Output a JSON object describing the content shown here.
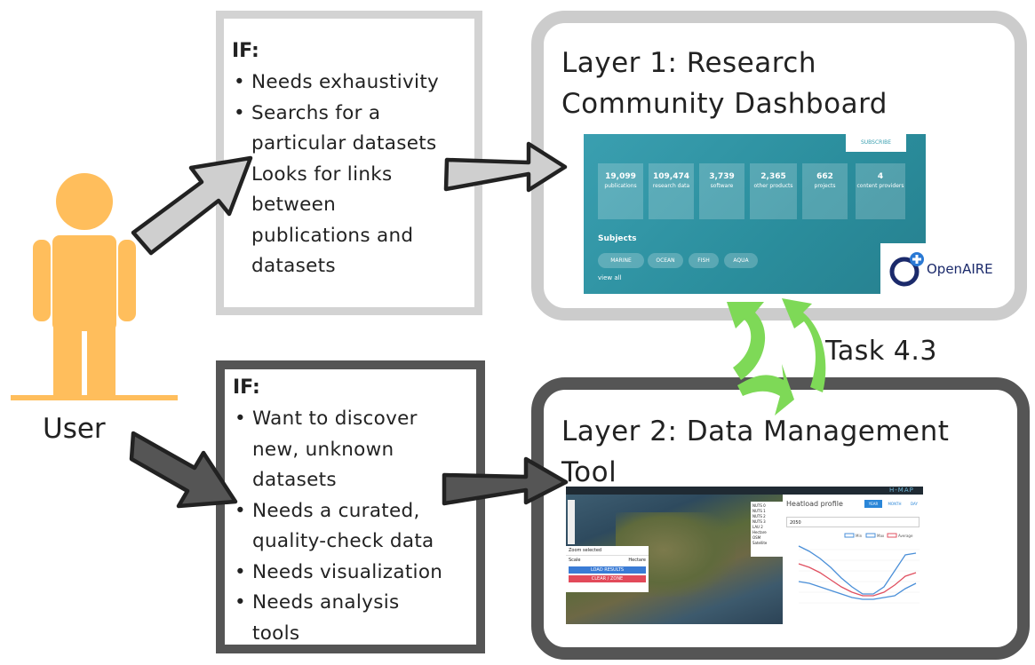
{
  "user": {
    "label": "User"
  },
  "if_top": {
    "title": "IF:",
    "items": [
      "Needs exhaustivity",
      "Searchs for a",
      "particular datasets",
      "Looks for links",
      "between",
      "publications and",
      "datasets"
    ],
    "bullets": [
      true,
      true,
      false,
      true,
      false,
      false,
      false
    ]
  },
  "if_bottom": {
    "title": "IF:",
    "items": [
      "Want to discover",
      " new, unknown",
      "datasets",
      "Needs a curated,",
      "quality-check data",
      "Needs visualization",
      "Needs analysis",
      "tools"
    ],
    "bullets": [
      true,
      false,
      false,
      true,
      false,
      true,
      true,
      false
    ]
  },
  "layer1": {
    "title_line1": "Layer 1: Research",
    "title_line2": "Community Dashboard",
    "dashboard": {
      "subscribe": "SUBSCRIBE",
      "stats": [
        {
          "n": "19,099",
          "l": "publications"
        },
        {
          "n": "109,474",
          "l": "research data"
        },
        {
          "n": "3,739",
          "l": "software"
        },
        {
          "n": "2,365",
          "l": "other products"
        },
        {
          "n": "662",
          "l": "projects"
        },
        {
          "n": "4",
          "l": "content providers"
        }
      ],
      "subjects_label": "Subjects",
      "chips": [
        "MARINE",
        "OCEAN",
        "FISH",
        "AQUA"
      ],
      "view_all": "view all",
      "logo_text": "OpenAIRE"
    }
  },
  "task": {
    "label": "Task 4.3"
  },
  "layer2": {
    "title_line1": "Layer 2: Data Management",
    "title_line2": "Tool",
    "tool": {
      "brand": "H-MAP",
      "chart_title": "Heatload profile",
      "tabs": [
        "YEAR",
        "MONTH",
        "DAY"
      ],
      "select_value": "2050",
      "legend": [
        "Min",
        "Max",
        "Average"
      ],
      "map_panel_label": "Zoom selected",
      "scale_label": "Scale",
      "scale_value": "Hectare",
      "btn_load": "LOAD RESULTS",
      "btn_clear": "CLEAR / ZONE",
      "layer_options": [
        "NUTS 0",
        "NUTS 1",
        "NUTS 2",
        "NUTS 3",
        "LAU 2",
        "Hectare"
      ],
      "base_options": [
        "OSM",
        "Satellite"
      ]
    },
    "colors": {
      "series_blue": "#4a8fd8",
      "series_red": "#e05060"
    }
  },
  "colors": {
    "user": "#ffbe5c",
    "arrow_light": "#cfcfcf",
    "arrow_dark": "#555555",
    "cycle": "#7ed957",
    "teal": "#2a8d9c"
  }
}
